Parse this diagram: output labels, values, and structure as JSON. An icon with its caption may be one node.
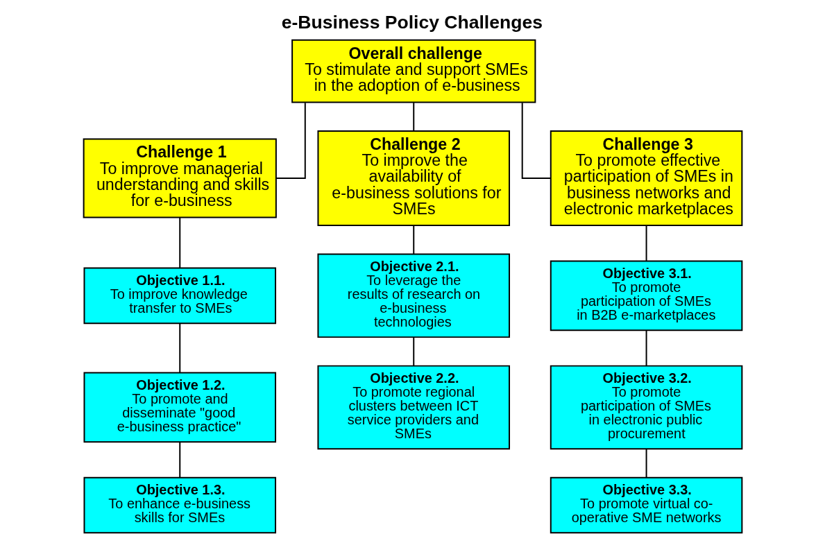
{
  "diagram": {
    "title": "e-Business Policy Challenges",
    "nodes": [
      {
        "text": [
          "Overall challenge",
          "To stimulate and support SMEs in the adoption of e-business"
        ]
      },
      {
        "text": [
          "Challenge 1",
          "To improve managerial understanding and skills for e-business"
        ]
      },
      {
        "text": [
          "Challenge 2",
          "To improve the availability of e-business solutions for SMEs"
        ]
      },
      {
        "text": [
          "Challenge 3",
          "To promote effective participation of SMEs in business networks and electronic marketplaces"
        ]
      },
      {
        "text": [
          "Objective 1.1.",
          "To improve knowledge transfer to SMEs"
        ]
      },
      {
        "text": [
          "Objective 1.2.",
          "To promote and disseminate \"good e-business practice\""
        ]
      },
      {
        "text": [
          "Objective 1.3.",
          "To enhance e-business skills for SMEs"
        ]
      },
      {
        "text": [
          "Objective 2.1.",
          "To leverage the results of research on e-business technologies"
        ]
      },
      {
        "text": [
          "Objective 2.2.",
          "To promote regional clusters between ICT service providers and SMEs"
        ]
      },
      {
        "text": [
          "Objective 3.1.",
          "To promote participation of SMEs in B2B e-marketplaces"
        ]
      },
      {
        "text": [
          "Objective 3.2.",
          "To promote participation of SMEs in electronic public procurement"
        ]
      },
      {
        "text": [
          "Objective 3.3.",
          "To promote virtual co-operative SME networks"
        ]
      }
    ],
    "edges": [
      {
        "from": 0,
        "to": 1,
        "arrow": "none"
      },
      {
        "from": 0,
        "to": 2,
        "arrow": "none"
      },
      {
        "from": 0,
        "to": 3,
        "arrow": "none"
      },
      {
        "from": 1,
        "to": 4,
        "arrow": "none"
      },
      {
        "from": 4,
        "to": 5,
        "arrow": "none"
      },
      {
        "from": 5,
        "to": 6,
        "arrow": "none"
      },
      {
        "from": 2,
        "to": 7,
        "arrow": "none"
      },
      {
        "from": 7,
        "to": 8,
        "arrow": "none"
      },
      {
        "from": 3,
        "to": 9,
        "arrow": "none"
      },
      {
        "from": 9,
        "to": 10,
        "arrow": "none"
      },
      {
        "from": 10,
        "to": 11,
        "arrow": "none"
      }
    ]
  }
}
